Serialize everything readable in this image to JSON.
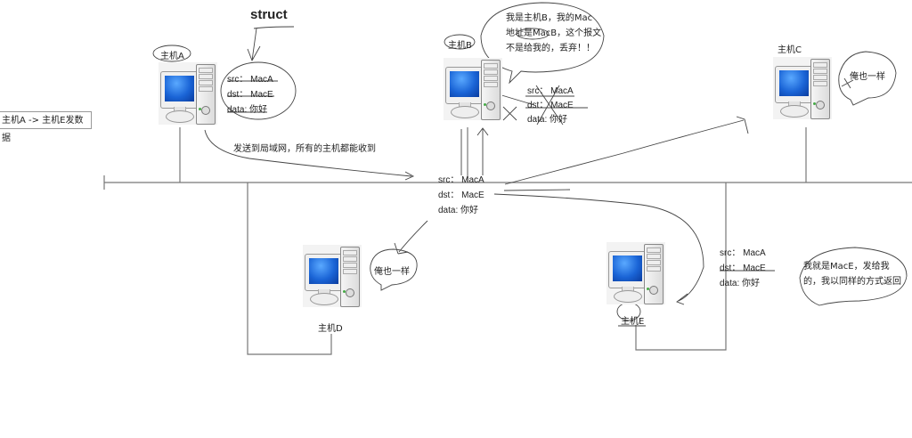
{
  "title": "struct",
  "legend": {
    "label": "主机A -> 主机E发数据"
  },
  "hosts": {
    "a": {
      "label": "主机A"
    },
    "b": {
      "label": "主机B",
      "bubble": "我是主机B，我的Mac 地址是MacB，这个报文 不是给我的，丢弃！！",
      "bubble_lines": [
        "我是主机B，我的Mac",
        "地址是MacB，这个报文",
        "不是给我的，丢弃！！"
      ]
    },
    "c": {
      "label": "主机C",
      "bubble": "俺也一样"
    },
    "d": {
      "label": "主机D",
      "bubble": "俺也一样"
    },
    "e": {
      "label": "主机E",
      "bubble_lines": [
        "我就是MacE，发给我",
        "的，我以同样的方式返回"
      ]
    }
  },
  "frame": {
    "src_label": "src：",
    "src_value": "MacA",
    "dst_label": "dst：",
    "dst_value": "MacE",
    "data_label": "data:",
    "data_value": "你好"
  },
  "annotation": {
    "broadcast": "发送到局域网，所有的主机都能收到"
  },
  "colors": {
    "screen": "#1a64d6",
    "line": "#555555"
  }
}
